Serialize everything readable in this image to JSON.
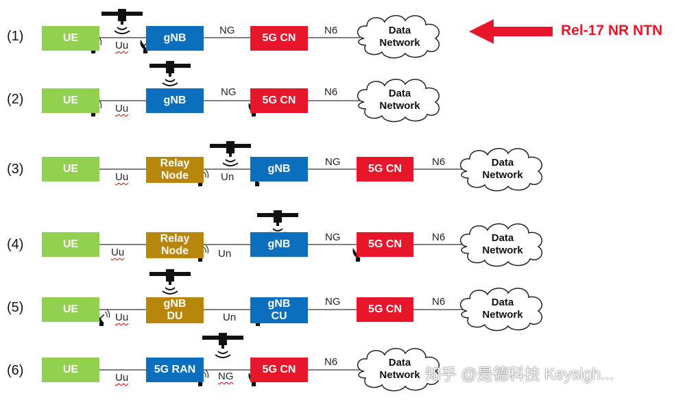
{
  "rows": [
    {
      "id": "(1)"
    },
    {
      "id": "(2)"
    },
    {
      "id": "(3)"
    },
    {
      "id": "(4)"
    },
    {
      "id": "(5)"
    },
    {
      "id": "(6)"
    }
  ],
  "labels": {
    "ue": "UE",
    "gnb": "gNB",
    "cn": "5G CN",
    "relay_line1": "Relay",
    "relay_line2": "Node",
    "gnb_du_line1": "gNB",
    "gnb_du_line2": "DU",
    "gnb_cu_line1": "gNB",
    "gnb_cu_line2": "CU",
    "ran": "5G RAN",
    "data_line1": "Data",
    "data_line2": "Network"
  },
  "interfaces": {
    "uu": "Uu",
    "un": "Un",
    "ng": "NG",
    "n6": "N6"
  },
  "callout": "Rel-17 NR NTN",
  "watermark": "知乎 @是德科技 Keysigh...",
  "colors": {
    "ue": "#92d050",
    "gnb": "#0b6fbe",
    "cn": "#e8162a",
    "relay": "#b8860b",
    "arrow": "#e8162a"
  },
  "icons": [
    "satellite-icon",
    "antenna-dish-icon",
    "cloud-icon",
    "arrow-left-icon"
  ]
}
